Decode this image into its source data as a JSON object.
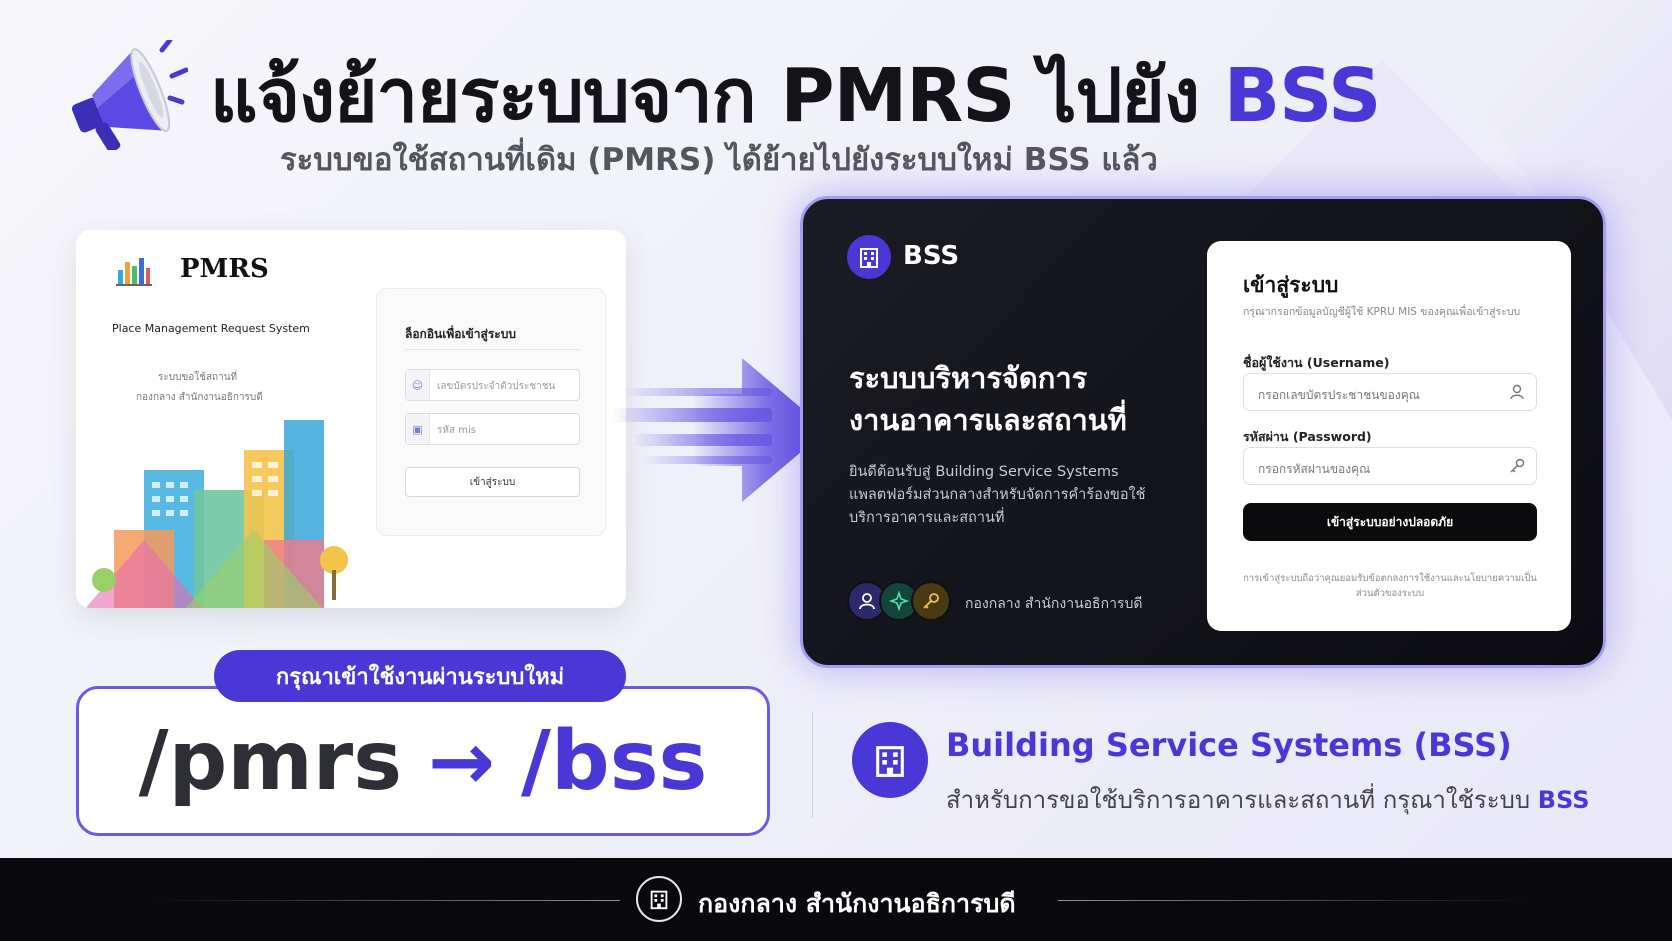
{
  "header": {
    "title_main": "แจ้งย้ายระบบจาก PMRS ไปยัง",
    "title_accent": "BSS",
    "subtitle": "ระบบขอใช้สถานที่เดิม (PMRS) ได้ย้ายไปยังระบบใหม่ BSS แล้ว"
  },
  "pmrs": {
    "logo_text": "PMRS",
    "full_name": "Place Management Request System",
    "sub_line1": "ระบบขอใช้สถานที่",
    "sub_line2": "กองกลาง สำนักงานอธิการบดี",
    "login": {
      "title": "ล็อกอินเพื่อเข้าสู่ระบบ",
      "id_placeholder": "เลขบัตรประจำตัวประชาชน",
      "password_placeholder": "รหัส mis",
      "button": "เข้าสู่ระบบ"
    }
  },
  "bss": {
    "logo_text": "BSS",
    "heading_line1": "ระบบบริหารจัดการ",
    "heading_line2": "งานอาคารและสถานที่",
    "desc_line1": "ยินดีต้อนรับสู่ Building Service Systems",
    "desc_line2": "แพลตฟอร์มส่วนกลางสำหรับจัดการคำร้องขอใช้",
    "desc_line3": "บริการอาคารและสถานที่",
    "footer_text": "กองกลาง สำนักงานอธิการบดี",
    "login": {
      "title": "เข้าสู่ระบบ",
      "subtitle": "กรุณากรอกข้อมูลบัญชีผู้ใช้ KPRU MIS ของคุณเพื่อเข้าสู่ระบบ",
      "username_label": "ชื่อผู้ใช้งาน (Username)",
      "username_placeholder": "กรอกเลขบัตรประชาชนของคุณ",
      "password_label": "รหัสผ่าน (Password)",
      "password_placeholder": "กรอกรหัสผ่านของคุณ",
      "button": "เข้าสู่ระบบอย่างปลอดภัย",
      "terms": "การเข้าสู่ระบบถือว่าคุณยอมรับข้อตกลงการใช้งานและนโยบายความเป็นส่วนตัวของระบบ"
    }
  },
  "url": {
    "pill": "กรุณาเข้าใช้งานผ่านระบบใหม่",
    "old": "/pmrs",
    "arrow": "→",
    "new": "/bss"
  },
  "info": {
    "title": "Building Service Systems (BSS)",
    "desc": "สำหรับการขอใช้บริการอาคารและสถานที่ กรุณาใช้ระบบ",
    "desc_accent": "BSS"
  },
  "footer": {
    "text": "กองกลาง สำนักงานอธิการบดี"
  },
  "colors": {
    "accent": "#4a38d6",
    "dark": "#0a0a0e",
    "panel_border": "#a59df0"
  },
  "icons": [
    "megaphone-icon",
    "building-icon",
    "user-icon",
    "lock-icon",
    "key-icon",
    "sparkle-icon",
    "arrow-right-icon"
  ]
}
